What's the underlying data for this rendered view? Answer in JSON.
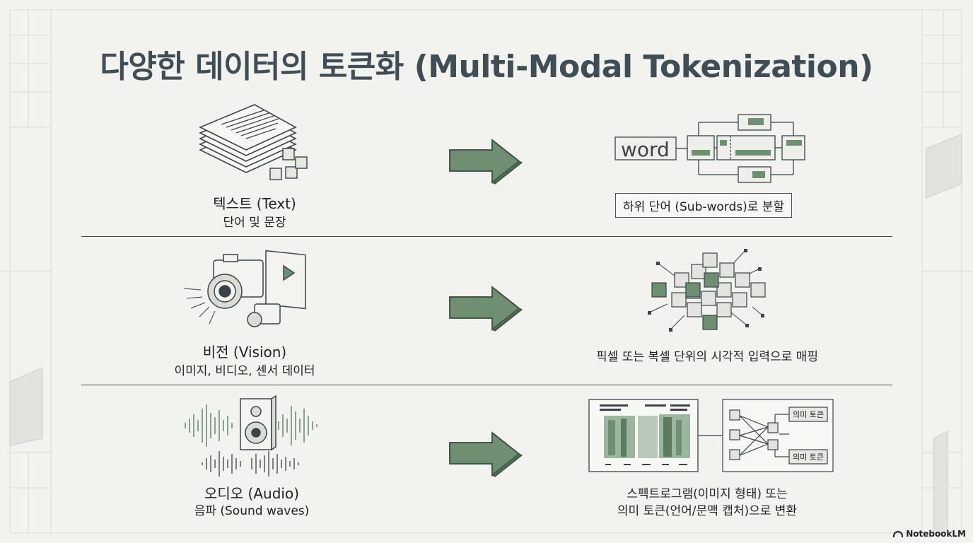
{
  "title": "다양한 데이터의 토큰화 (Multi-Modal Tokenization)",
  "rows": [
    {
      "name": "텍스트 (Text)",
      "sub": "단어 및 문장",
      "result_word": "word",
      "result": "하위 단어 (Sub-words)로 분할"
    },
    {
      "name": "비전 (Vision)",
      "sub": "이미지, 비디오, 센서 데이터",
      "result": "픽셀 또는 복셀 단위의 시각적 입력으로 매핑"
    },
    {
      "name": "오디오 (Audio)",
      "sub": "음파 (Sound waves)",
      "result_line1": "스펙트로그램(이미지 형태) 또는",
      "result_line2": "의미 토큰(언어/문맥 캡처)으로 변환",
      "token_label_1": "의미 토큰",
      "token_label_2": "의미 토큰"
    }
  ],
  "brand": "NotebookLM",
  "colors": {
    "accent_green": "#6f8f72",
    "dark_green": "#4d6b50",
    "line": "#4a5055"
  }
}
